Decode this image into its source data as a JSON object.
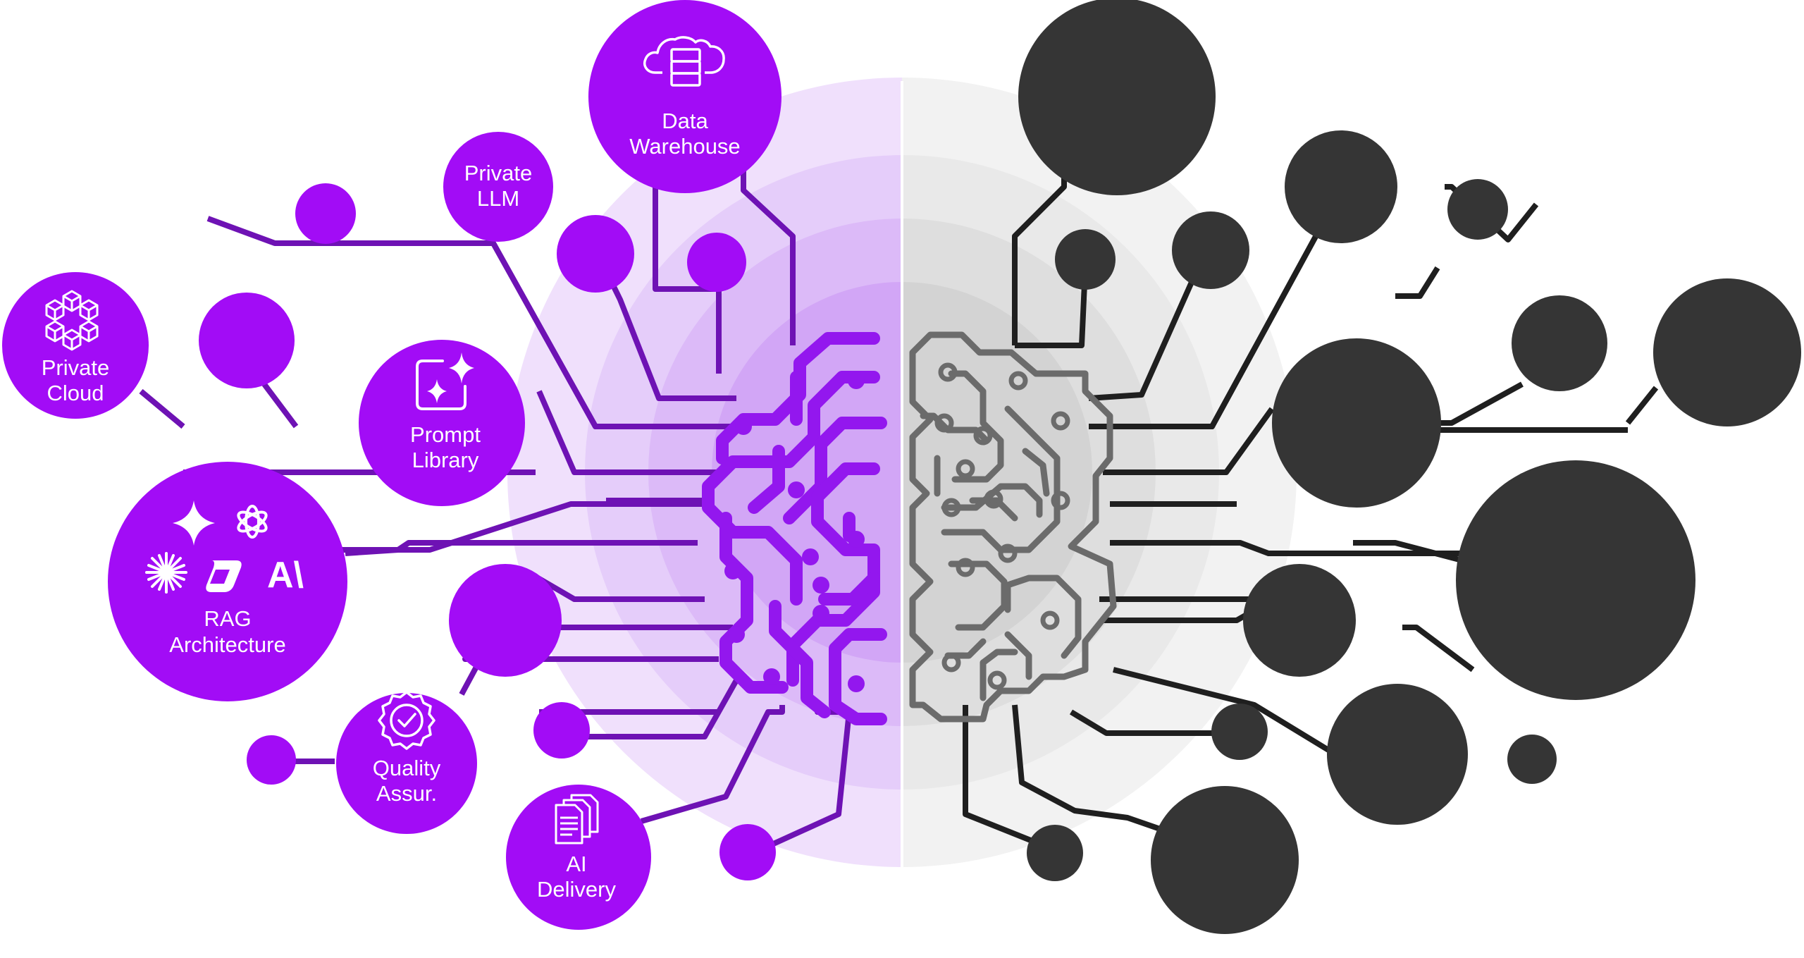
{
  "colors": {
    "purple": "#A20CF6",
    "purple_line": "#6E12B4",
    "purple_brain": "#9317EE",
    "dark": "#353535",
    "grey_brain": "#6B6B6B",
    "halo_purple_1": "#F0E0FC",
    "halo_purple_2": "#E5CDFA",
    "halo_purple_3": "#DCBAF8",
    "halo_purple_4": "#D2A6F6",
    "halo_grey_1": "#F2F2F2",
    "halo_grey_2": "#E9E9E9",
    "halo_grey_3": "#DEDEDE",
    "halo_grey_4": "#D3D3D3"
  },
  "nodes": {
    "data_warehouse": {
      "line1": "Data",
      "line2": "Warehouse",
      "icon": "cloud-database-icon"
    },
    "private_llm": {
      "line1": "Private",
      "line2": "LLM"
    },
    "private_cloud": {
      "line1": "Private",
      "line2": "Cloud",
      "icon": "cubes-network-icon"
    },
    "prompt_library": {
      "line1": "Prompt",
      "line2": "Library",
      "icon": "sparkle-frame-icon"
    },
    "rag_architecture": {
      "line1": "RAG",
      "line2": "Architecture",
      "icons": [
        "gemini-icon",
        "openai-icon",
        "perplexity-icon",
        "copilot-icon",
        "anthropic-icon"
      ],
      "anthropic_mark": "A\\"
    },
    "quality_assur": {
      "line1": "Quality",
      "line2": "Assur.",
      "icon": "badge-check-icon"
    },
    "ai_delivery": {
      "line1": "AI",
      "line2": "Delivery",
      "icon": "documents-icon"
    }
  }
}
